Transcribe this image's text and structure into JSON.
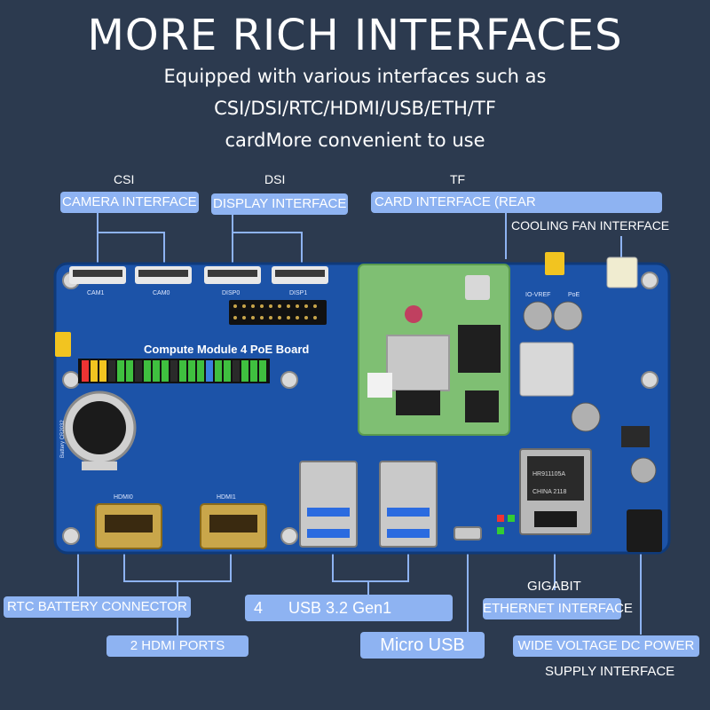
{
  "header": {
    "title": "MORE RICH INTERFACES",
    "sub1": "Equipped with various interfaces such as",
    "sub2": "CSI/DSI/RTC/HDMI/USB/ETH/TF",
    "sub3": "cardMore convenient to use"
  },
  "labels": {
    "csi_top": "CSI",
    "csi_tag": "CAMERA INTERFACE",
    "dsi_top": "DSI",
    "dsi_tag": "DISPLAY INTERFACE",
    "tf_top": "TF",
    "tf_tag": "CARD INTERFACE (REAR)",
    "fan": "COOLING FAN INTERFACE",
    "rtc": "RTC BATTERY CONNECTOR",
    "hdmi": "2 HDMI PORTS",
    "usb_num": "4",
    "usb": "USB 3.2 Gen1",
    "micro": "Micro USB",
    "gigabit": "GIGABIT",
    "eth": "ETHERNET INTERFACE",
    "dc1": "WIDE VOLTAGE DC POWER",
    "dc2": "SUPPLY INTERFACE"
  },
  "board": {
    "name": "Compute Module 4 PoE Board",
    "cam0": "CAM0",
    "cam1": "CAM1",
    "disp0": "DISP0",
    "disp1": "DISP1",
    "hdmi0": "HDMI0",
    "hdmi1": "HDMI1",
    "battery": "Battery CR2032",
    "ioref": "IO-VREF",
    "poe": "PoE",
    "eth_chip_1": "HR911105A",
    "eth_chip_2": "CHINA 2118"
  },
  "colors": {
    "background": "#2c3a4f",
    "board": "#1c53a8",
    "tag": "#8eb3f2",
    "module": "#7fbf73"
  }
}
